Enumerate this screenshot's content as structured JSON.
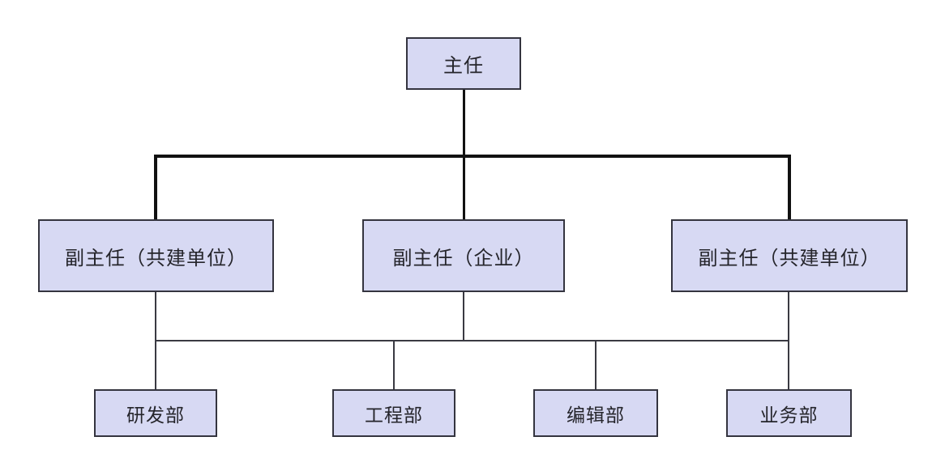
{
  "org_chart": {
    "background": "#ffffff",
    "colors": {
      "node_fill": "#d7d9f3",
      "node_border": "#34343f",
      "node_text": "#25252b",
      "connector_primary": "#111111",
      "connector_secondary": "#3a3a42"
    },
    "nodes": {
      "director": {
        "label": "主任",
        "level": 1
      },
      "deputy_left": {
        "label": "副主任（共建单位）",
        "level": 2
      },
      "deputy_center": {
        "label": "副主任（企业）",
        "level": 2
      },
      "deputy_right": {
        "label": "副主任（共建单位）",
        "level": 2
      },
      "dept_rd": {
        "label": "研发部",
        "level": 3
      },
      "dept_eng": {
        "label": "工程部",
        "level": 3
      },
      "dept_edit": {
        "label": "编辑部",
        "level": 3
      },
      "dept_biz": {
        "label": "业务部",
        "level": 3
      }
    },
    "connectors": {
      "top_bus": {
        "connects": [
          "director",
          "deputy_left",
          "deputy_center",
          "deputy_right"
        ],
        "style": "thick"
      },
      "bottom_bus": {
        "connects": [
          "deputy_left",
          "deputy_center",
          "deputy_right",
          "dept_rd",
          "dept_eng",
          "dept_edit",
          "dept_biz"
        ],
        "style": "thin"
      }
    }
  }
}
